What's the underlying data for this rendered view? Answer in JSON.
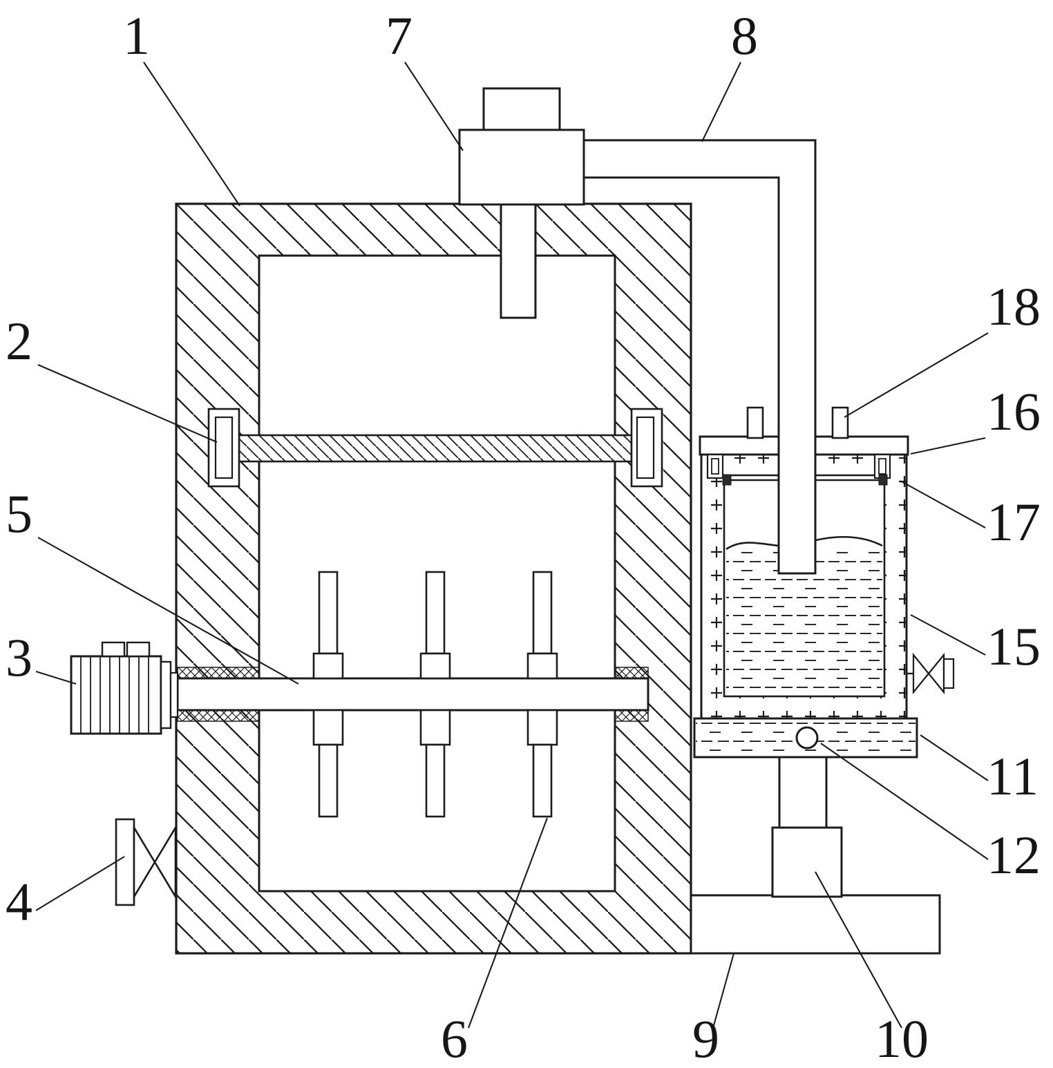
{
  "figure": {
    "kind": "patent-style technical line drawing of a mixing/processing apparatus with side tank",
    "background_color": "#ffffff",
    "line_color": "#1b1b1b"
  },
  "ref_labels": {
    "n1": "1",
    "n2": "2",
    "n3": "3",
    "n4": "4",
    "n5": "5",
    "n6": "6",
    "n7": "7",
    "n8": "8",
    "n9": "9",
    "n10": "10",
    "n11": "11",
    "n12": "12",
    "n15": "15",
    "n16": "16",
    "n17": "17",
    "n18": "18"
  }
}
